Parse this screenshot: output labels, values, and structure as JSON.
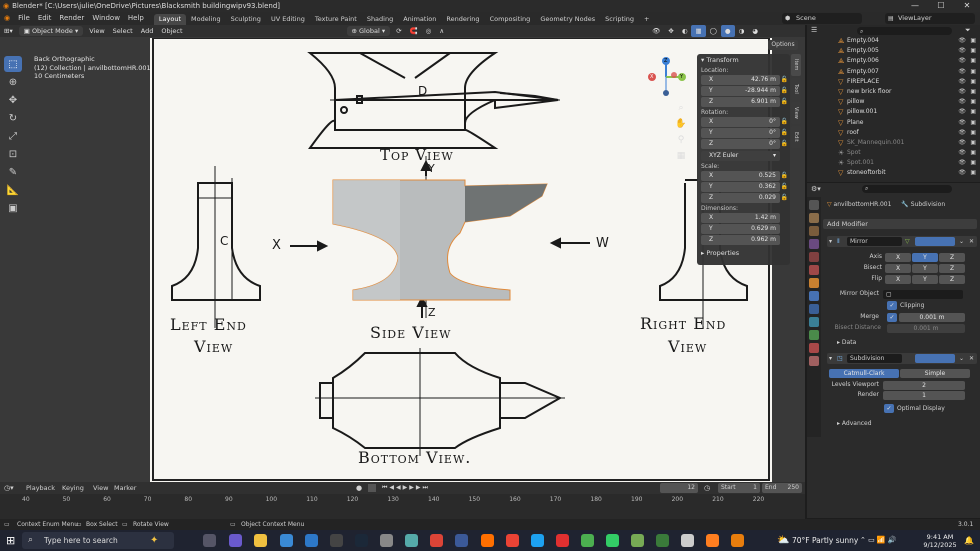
{
  "window": {
    "title": "Blender* [C:\\Users\\julie\\OneDrive\\Pictures\\Blacksmith buildingwipv93.blend]",
    "controls": [
      "—",
      "☐",
      "✕"
    ]
  },
  "menu": {
    "items": [
      "File",
      "Edit",
      "Render",
      "Window",
      "Help"
    ],
    "workspaces": [
      "Layout",
      "Modeling",
      "Sculpting",
      "UV Editing",
      "Texture Paint",
      "Shading",
      "Animation",
      "Rendering",
      "Compositing",
      "Geometry Nodes",
      "Scripting"
    ],
    "add_tab": "+",
    "scene": "Scene",
    "view_layer": "ViewLayer"
  },
  "viewport_header": {
    "mode": "Object Mode",
    "items": [
      "View",
      "Select",
      "Add",
      "Object"
    ],
    "orientation": "Global",
    "options": "Options"
  },
  "viewport_info": {
    "line1": "Back Orthographic",
    "line2": "(12) Collection | anvilbottomHR.001",
    "line3": "10 Centimeters"
  },
  "reference": {
    "top_view": "Top View",
    "side_view": "Side View",
    "left_end_1": "Left End",
    "left_end_2": "View",
    "right_end_1": "Right End",
    "right_end_2": "View",
    "bottom_view": "Bottom View.",
    "label_d": "D",
    "label_c": "C",
    "label_y": "Y",
    "label_z": "Z",
    "label_x": "X",
    "label_w": "W"
  },
  "gizmo": {
    "x": "X",
    "y": "Y",
    "z": "Z"
  },
  "npanel": {
    "transform": "Transform",
    "location_label": "Location:",
    "location": [
      {
        "axis": "X",
        "value": "42.76 m"
      },
      {
        "axis": "Y",
        "value": "-28.944 m"
      },
      {
        "axis": "Z",
        "value": "6.901 m"
      }
    ],
    "rotation_label": "Rotation:",
    "rotation": [
      {
        "axis": "X",
        "value": "0°"
      },
      {
        "axis": "Y",
        "value": "0°"
      },
      {
        "axis": "Z",
        "value": "0°"
      }
    ],
    "rotation_mode": "XYZ Euler",
    "scale_label": "Scale:",
    "scale": [
      {
        "axis": "X",
        "value": "0.525"
      },
      {
        "axis": "Y",
        "value": "0.362"
      },
      {
        "axis": "Z",
        "value": "0.029"
      }
    ],
    "dimensions_label": "Dimensions:",
    "dimensions": [
      {
        "axis": "X",
        "value": "1.42 m"
      },
      {
        "axis": "Y",
        "value": "0.629 m"
      },
      {
        "axis": "Z",
        "value": "0.962 m"
      }
    ],
    "properties": "Properties",
    "tabs": [
      "Item",
      "Tool",
      "View",
      "Edit"
    ]
  },
  "outliner": {
    "items": [
      "Empty.004",
      "Empty.005",
      "Empty.006",
      "Empty.007",
      "FIREPLACE",
      "new brick floor",
      "pillow",
      "pillow.001",
      "Plane",
      "roof",
      "SK_Mannequin.001",
      "Spot",
      "Spot.001",
      "stoneoftorbit"
    ]
  },
  "properties": {
    "object_name": "anvilbottomHR.001",
    "modifier_name": "Subdivision",
    "add_modifier": "Add Modifier",
    "mirror": {
      "name": "Mirror",
      "axis_label": "Axis",
      "bisect_label": "Bisect",
      "flip_label": "Flip",
      "x": "X",
      "y": "Y",
      "z": "Z",
      "mirror_object_label": "Mirror Object",
      "clipping": "Clipping",
      "merge_label": "Merge",
      "merge_value": "0.001 m",
      "bisect_distance_label": "Bisect Distance",
      "bisect_distance_value": "0.001 m",
      "data": "Data"
    },
    "subdivision": {
      "name": "Subdivision",
      "catmull": "Catmull-Clark",
      "simple": "Simple",
      "levels_label": "Levels Viewport",
      "levels_value": "2",
      "render_label": "Render",
      "render_value": "1",
      "optimal": "Optimal Display",
      "advanced": "Advanced"
    }
  },
  "timeline": {
    "playback": "Playback",
    "keying": "Keying",
    "view": "View",
    "marker": "Marker",
    "frame": "12",
    "start_label": "Start",
    "start": "1",
    "end_label": "End",
    "end": "250",
    "ticks": [
      "40",
      "50",
      "60",
      "70",
      "80",
      "90",
      "100",
      "110",
      "120",
      "130",
      "140",
      "150",
      "160",
      "170",
      "180",
      "190",
      "200",
      "210",
      "220"
    ]
  },
  "statusbar": {
    "item1": "Context Enum Menu",
    "item2": "Box Select",
    "item3": "Rotate View",
    "item4": "Object Context Menu",
    "version": "3.0.1"
  },
  "taskbar": {
    "search": "Type here to search",
    "weather": "70°F  Partly sunny",
    "time": "9:41 AM",
    "date": "9/12/2025"
  },
  "colors": {
    "accent": "#4772b3",
    "object_orange": "#e8963a",
    "paper": "#f7f6f2"
  }
}
